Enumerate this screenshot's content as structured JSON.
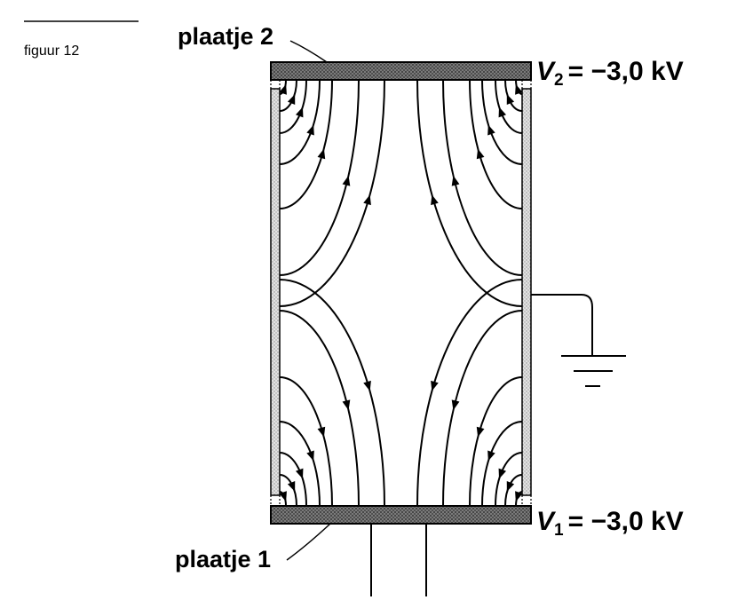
{
  "figure": {
    "label": "figuur 12"
  },
  "plates": {
    "top": {
      "label": "plaatje 2",
      "voltage": {
        "symbol": "V",
        "subscript": "2",
        "value": "= −3,0 kV"
      }
    },
    "bottom": {
      "label": "plaatje 1",
      "voltage": {
        "symbol": "V",
        "subscript": "1",
        "value": "= −3,0 kV"
      }
    }
  },
  "colors": {
    "ink": "#000000",
    "plate_fill": "#6e6e6e",
    "wall_fill": "#d9d9d9"
  }
}
